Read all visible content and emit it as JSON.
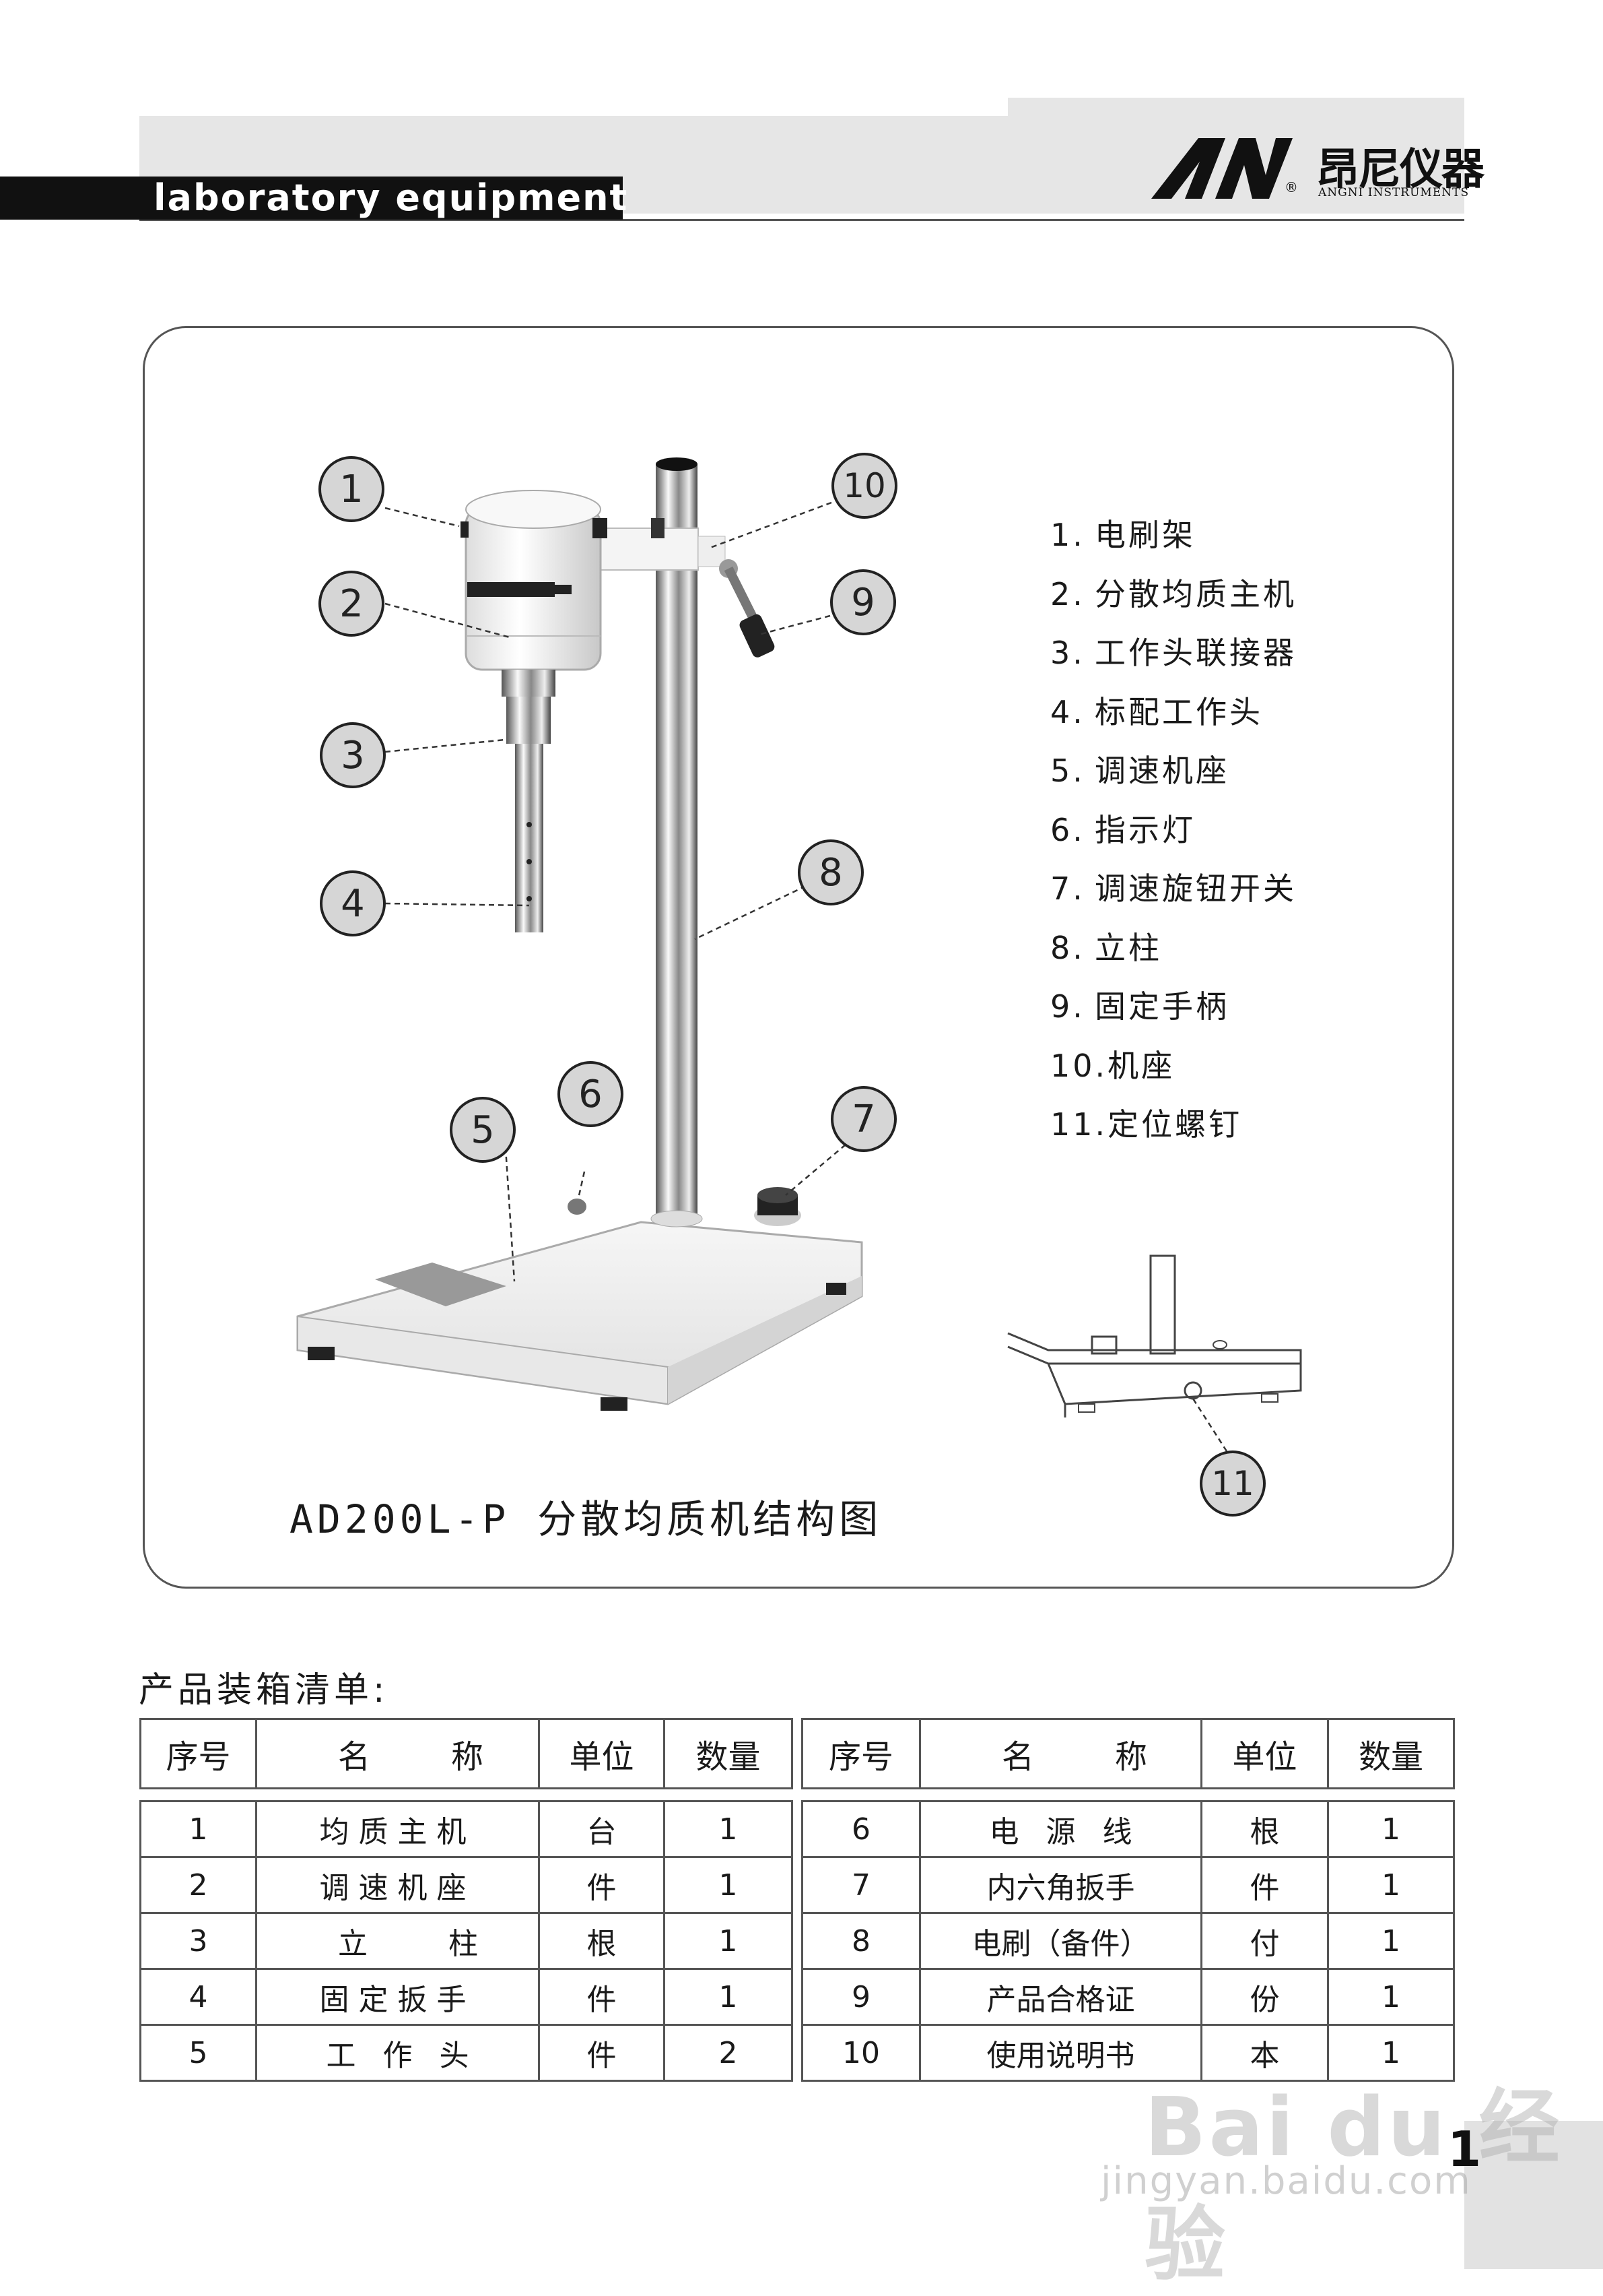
{
  "header": {
    "banner_text": "laboratory  equipment",
    "logo_mark": "AN",
    "logo_reg": "®",
    "brand_cn": "昂尼仪器",
    "brand_en": "ANGNI INSTRUMENTS"
  },
  "diagram": {
    "callouts": [
      "1",
      "2",
      "3",
      "4",
      "5",
      "6",
      "7",
      "8",
      "9",
      "10",
      "11"
    ],
    "legend": [
      {
        "num": "1.",
        "label": "电刷架"
      },
      {
        "num": "2.",
        "label": "分散均质主机"
      },
      {
        "num": "3.",
        "label": "工作头联接器"
      },
      {
        "num": "4.",
        "label": "标配工作头"
      },
      {
        "num": "5.",
        "label": "调速机座"
      },
      {
        "num": "6.",
        "label": "指示灯"
      },
      {
        "num": "7.",
        "label": "调速旋钮开关"
      },
      {
        "num": "8.",
        "label": "立柱"
      },
      {
        "num": "9.",
        "label": "固定手柄"
      },
      {
        "num": "10.",
        "label": "机座"
      },
      {
        "num": "11.",
        "label": "定位螺钉"
      }
    ],
    "caption": "AD200L-P 分散均质机结构图"
  },
  "packing_list": {
    "title": "产品装箱清单:",
    "headers": [
      "序号",
      "名称",
      "单位",
      "数量"
    ],
    "left": [
      {
        "no": "1",
        "name": "均质主机",
        "unit": "台",
        "qty": "1"
      },
      {
        "no": "2",
        "name": "调速机座",
        "unit": "件",
        "qty": "1"
      },
      {
        "no": "3",
        "name": "立柱",
        "unit": "根",
        "qty": "1"
      },
      {
        "no": "4",
        "name": "固定扳手",
        "unit": "件",
        "qty": "1"
      },
      {
        "no": "5",
        "name": "工作头",
        "unit": "件",
        "qty": "2"
      }
    ],
    "right": [
      {
        "no": "6",
        "name": "电源线",
        "unit": "根",
        "qty": "1"
      },
      {
        "no": "7",
        "name": "内六角扳手",
        "unit": "件",
        "qty": "1"
      },
      {
        "no": "8",
        "name": "电刷（备件）",
        "unit": "付",
        "qty": "1"
      },
      {
        "no": "9",
        "name": "产品合格证",
        "unit": "份",
        "qty": "1"
      },
      {
        "no": "10",
        "name": "使用说明书",
        "unit": "本",
        "qty": "1"
      }
    ]
  },
  "footer": {
    "page_number": "1",
    "watermark": "Bai du 经验",
    "watermark_url": "jingyan.baidu.com"
  }
}
